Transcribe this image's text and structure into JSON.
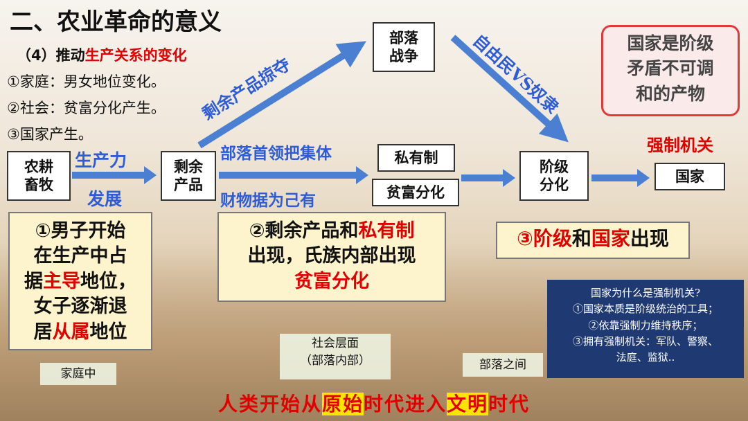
{
  "title": "二、农业革命的意义",
  "subheading": {
    "prefix": "（4）推动",
    "highlight": "生产关系的变化"
  },
  "points": [
    "①家庭：男女地位变化。",
    "②社会：贫富分化产生。",
    "③国家产生。"
  ],
  "boxes": {
    "agriculture": "农耕\n畜牧",
    "surplus": "剩余\n产品",
    "tribal_war": "部落\n战争",
    "private": "私有制",
    "wealth_gap": "贫富分化",
    "class": "阶级\n分化",
    "state": "国家"
  },
  "arrow_labels": {
    "productivity": "生产力",
    "develop": "发展",
    "plunder": "剩余产品掠夺",
    "chief_top": "部落首领把集体",
    "chief_bottom": "财物据为己有",
    "free_vs_slave": "自由民VS奴隶",
    "coercive": "强制机关"
  },
  "state_nature": "国家是阶级\n矛盾不可调\n和的产物",
  "panel1": {
    "l1": "①男子开始",
    "l2": "在生产中占",
    "l3a": "据",
    "l3b": "主导",
    "l3c": "地位，",
    "l4": "女子逐渐退",
    "l5a": "居",
    "l5b": "从属",
    "l5c": "地位"
  },
  "panel2": {
    "l1a": "②剩余产品和",
    "l1b": "私有制",
    "l2": "出现，氏族内部出现",
    "l3": "贫富分化"
  },
  "panel3": {
    "a": "③",
    "b": "阶级",
    "c": "和",
    "d": "国家",
    "e": "出现"
  },
  "why_box": {
    "q": "国家为什么是强制机关?",
    "l1": "①国家本质是阶级统治的工具；",
    "l2": "②依靠强制力维持秩序；",
    "l3": "③拥有强制机关：军队、警察、",
    "l4": "法庭、监狱.."
  },
  "notes": {
    "family": "家庭中",
    "society": "社会层面\n（部落内部）",
    "between": "部落之间"
  },
  "conclusion": {
    "a": "人类开始从",
    "b": "原始",
    "c": "时代进入",
    "d": "文明",
    "e": "时代"
  }
}
